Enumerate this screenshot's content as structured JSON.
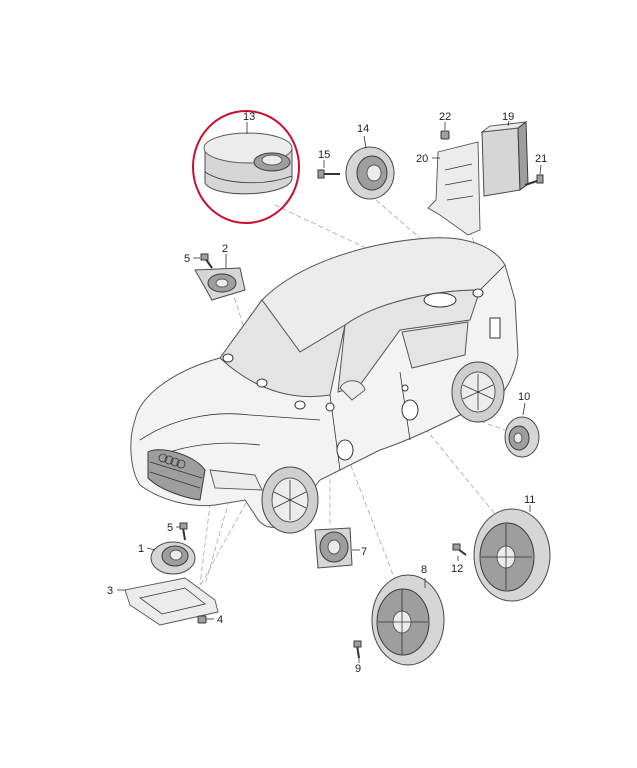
{
  "diagram": {
    "highlight_color": "#c8102e",
    "parts": [
      {
        "id": "p1",
        "number": "1"
      },
      {
        "id": "p2",
        "number": "2"
      },
      {
        "id": "p3",
        "number": "3"
      },
      {
        "id": "p4",
        "number": "4"
      },
      {
        "id": "p5a",
        "number": "5"
      },
      {
        "id": "p5b",
        "number": "5"
      },
      {
        "id": "p7",
        "number": "7"
      },
      {
        "id": "p8",
        "number": "8"
      },
      {
        "id": "p9",
        "number": "9"
      },
      {
        "id": "p10",
        "number": "10"
      },
      {
        "id": "p11",
        "number": "11"
      },
      {
        "id": "p12",
        "number": "12"
      },
      {
        "id": "p13",
        "number": "13"
      },
      {
        "id": "p14",
        "number": "14"
      },
      {
        "id": "p15",
        "number": "15"
      },
      {
        "id": "p19",
        "number": "19"
      },
      {
        "id": "p20",
        "number": "20"
      },
      {
        "id": "p21",
        "number": "21"
      },
      {
        "id": "p22",
        "number": "22"
      }
    ]
  }
}
